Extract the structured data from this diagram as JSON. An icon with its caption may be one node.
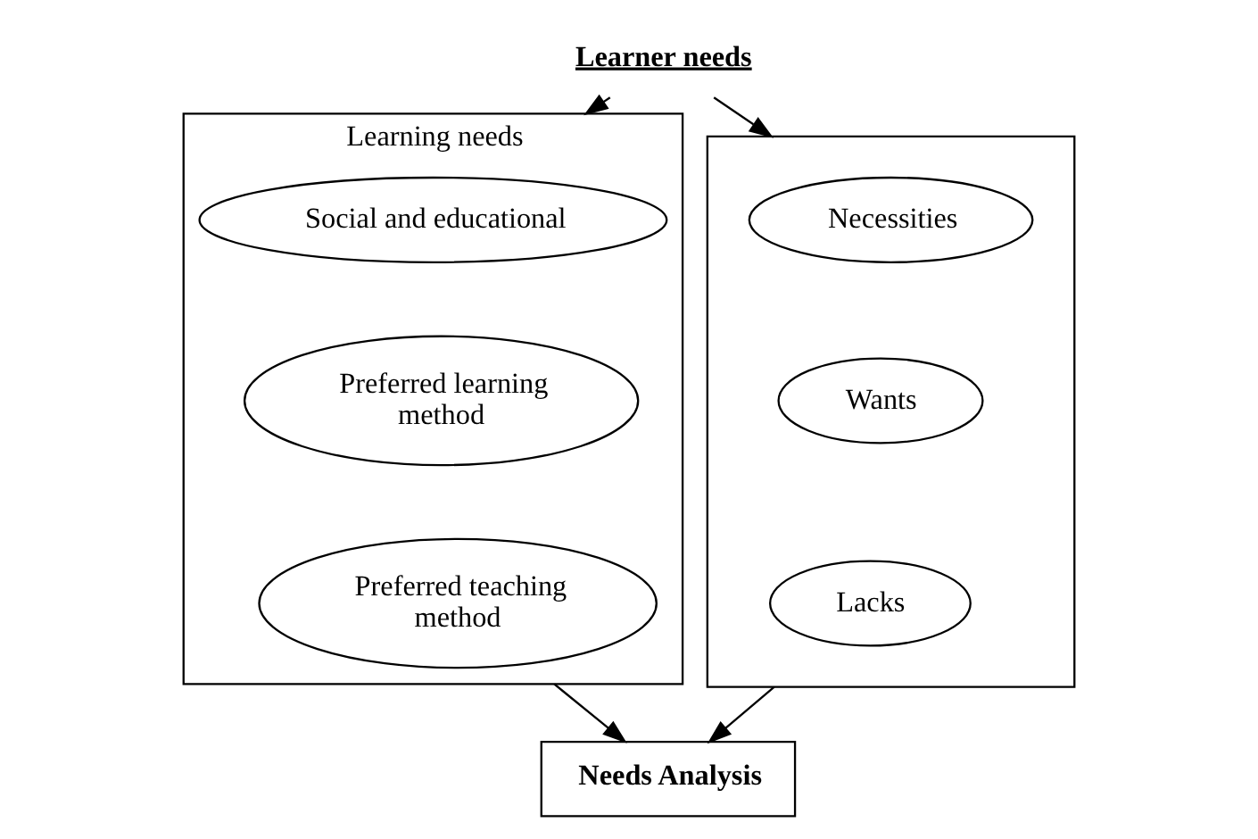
{
  "diagram": {
    "nodes": [
      {
        "text": [
          "Learner needs"
        ]
      },
      {
        "text": [
          "Learning needs"
        ]
      },
      {
        "text": [
          "Social and educational"
        ],
        "in": 1
      },
      {
        "text": [
          "Preferred learning method"
        ],
        "in": 1
      },
      {
        "text": [
          "Preferred teaching method"
        ],
        "in": 1
      },
      {
        "text": [],
        "shape": "box"
      },
      {
        "text": [
          "Necessities"
        ],
        "in": 5
      },
      {
        "text": [
          "Wants"
        ],
        "in": 5
      },
      {
        "text": [
          "Lacks"
        ],
        "in": 5
      },
      {
        "text": [
          "Needs Analysis"
        ]
      }
    ],
    "edges": [
      {
        "from": 0,
        "to": 1,
        "arrow": "to"
      },
      {
        "from": 0,
        "to": 5,
        "arrow": "to"
      },
      {
        "from": 1,
        "to": 9,
        "arrow": "to"
      },
      {
        "from": 5,
        "to": 9,
        "arrow": "to"
      }
    ]
  }
}
